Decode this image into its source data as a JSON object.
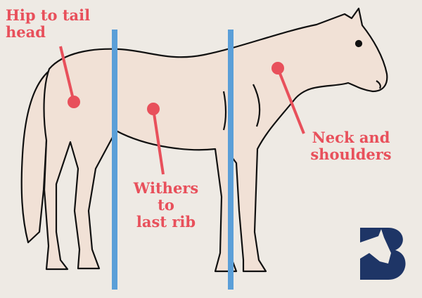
{
  "labels": {
    "hip": [
      "Hip to tail",
      "head"
    ],
    "withers": [
      "Withers",
      "to",
      "last rib"
    ],
    "neck": [
      "Neck and",
      "shoulders"
    ]
  },
  "logo": {
    "letter": "B",
    "name": "horse-b-logo"
  },
  "colors": {
    "background": "#eeeae4",
    "horse_fill": "#f1e1d6",
    "outline": "#111111",
    "measure_lines": "#5b9fd8",
    "labels": "#e8505b",
    "logo": "#1e3566"
  }
}
